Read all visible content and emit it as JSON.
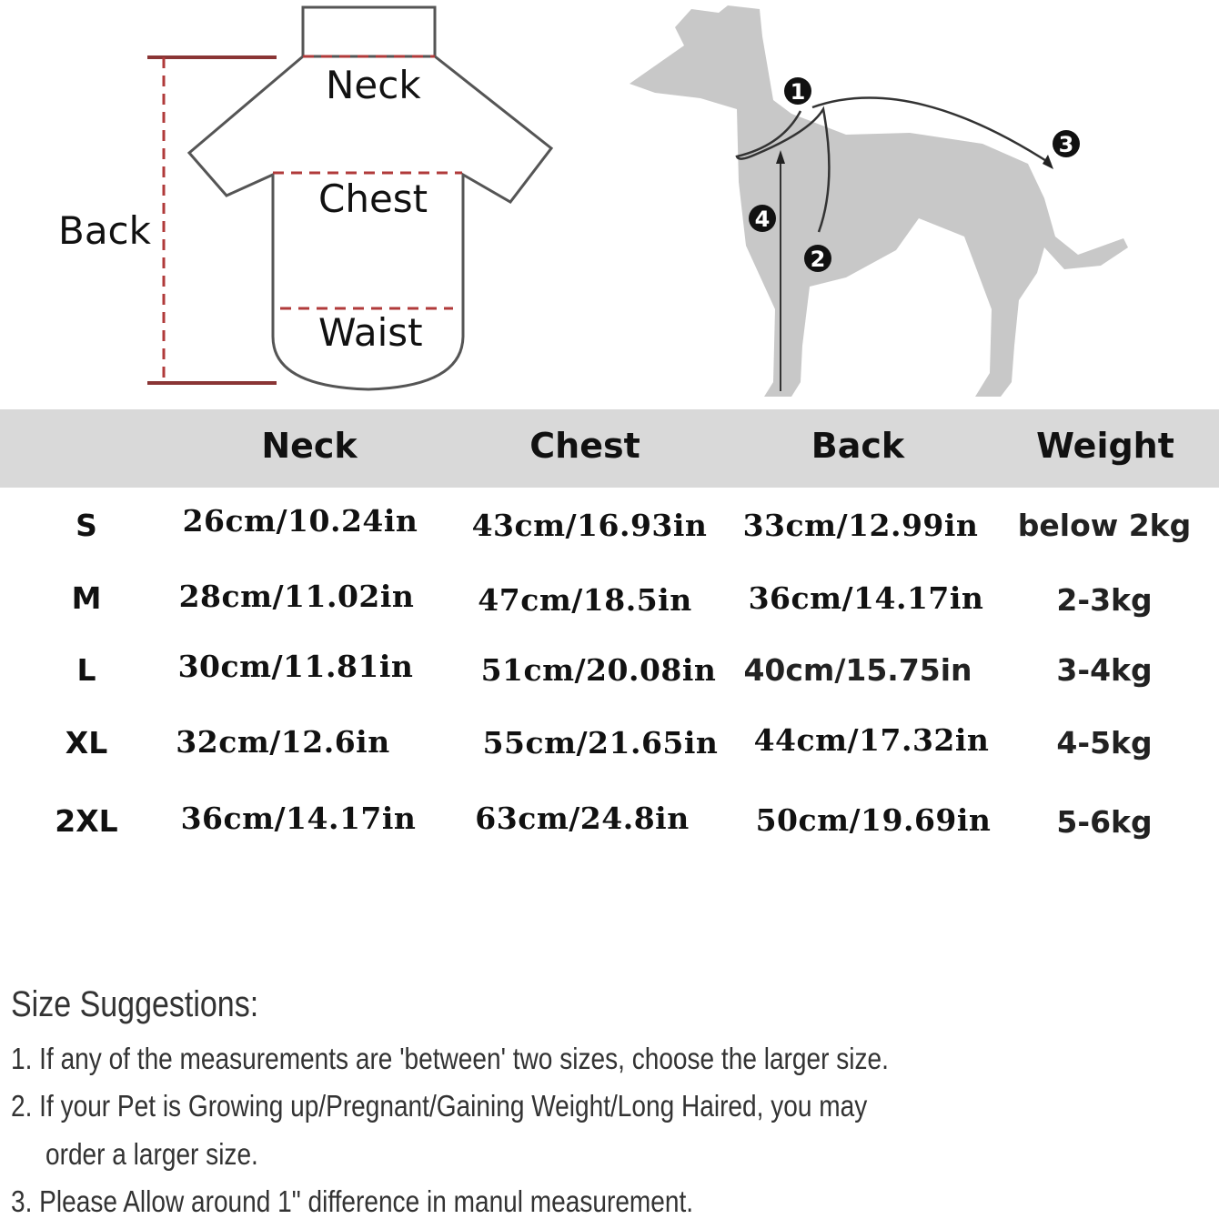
{
  "diagram": {
    "garment_labels": {
      "neck": "Neck",
      "chest": "Chest",
      "waist": "Waist",
      "back": "Back"
    },
    "dog_markers": [
      "1",
      "2",
      "3",
      "4"
    ]
  },
  "table": {
    "headers": [
      "Neck",
      "Chest",
      "Back",
      "Weight"
    ],
    "rows": [
      {
        "size": "S",
        "neck": "26cm/10.24in",
        "chest": "43cm/16.93in",
        "back": "33cm/12.99in",
        "weight": "below 2kg"
      },
      {
        "size": "M",
        "neck": "28cm/11.02in",
        "chest": "47cm/18.5in",
        "back": "36cm/14.17in",
        "weight": "2-3kg"
      },
      {
        "size": "L",
        "neck": "30cm/11.81in",
        "chest": "51cm/20.08in",
        "back": "40cm/15.75in",
        "weight": "3-4kg"
      },
      {
        "size": "XL",
        "neck": "32cm/12.6in",
        "chest": "55cm/21.65in",
        "back": "44cm/17.32in",
        "weight": "4-5kg"
      },
      {
        "size": "2XL",
        "neck": "36cm/14.17in",
        "chest": "63cm/24.8in",
        "back": "50cm/19.69in",
        "weight": "5-6kg"
      }
    ]
  },
  "suggestions": {
    "title": "Size Suggestions:",
    "lines": [
      "1. If any of the measurements are 'between' two sizes, choose the larger size.",
      "2. If your Pet is Growing up/Pregnant/Gaining Weight/Long Haired, you may",
      "order a larger size.",
      "3. Please Allow around 1\" difference in manul measurement."
    ]
  },
  "colors": {
    "header_band": "#d9d9d9",
    "dashed_line": "#b03a3a",
    "dog": "#c8c8c8"
  }
}
